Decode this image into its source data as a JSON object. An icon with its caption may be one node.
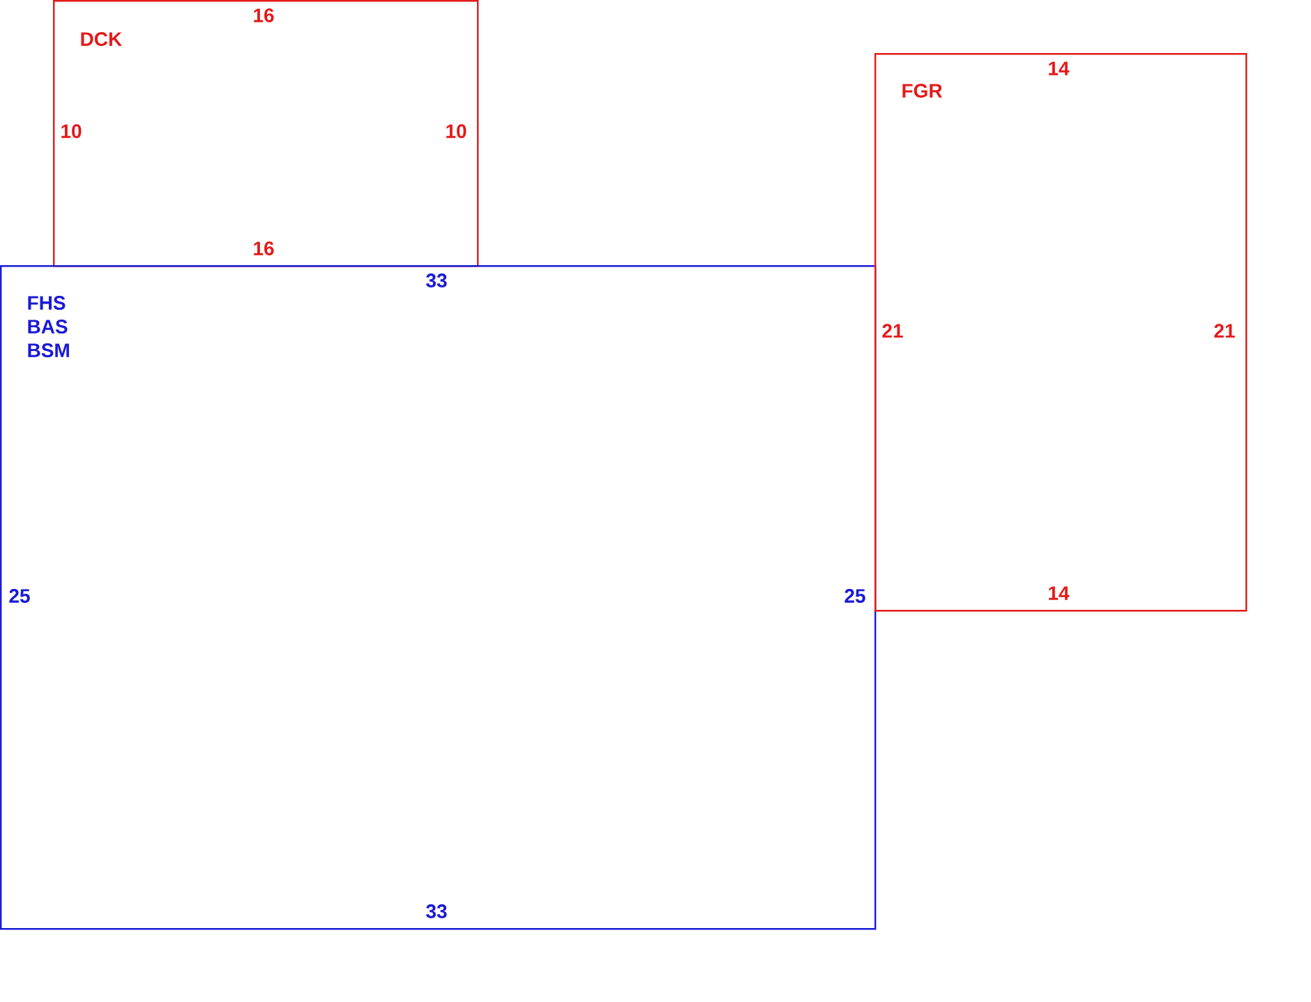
{
  "diagram": {
    "nodes": [
      {
        "text": [
          "16",
          "DCK",
          "10",
          "10",
          "16"
        ]
      },
      {
        "text": [
          "33",
          "FHS",
          "BAS",
          "BSM",
          "25",
          "25",
          "33"
        ]
      },
      {
        "text": [
          "14",
          "FGR",
          "21",
          "21",
          "14"
        ]
      }
    ]
  }
}
